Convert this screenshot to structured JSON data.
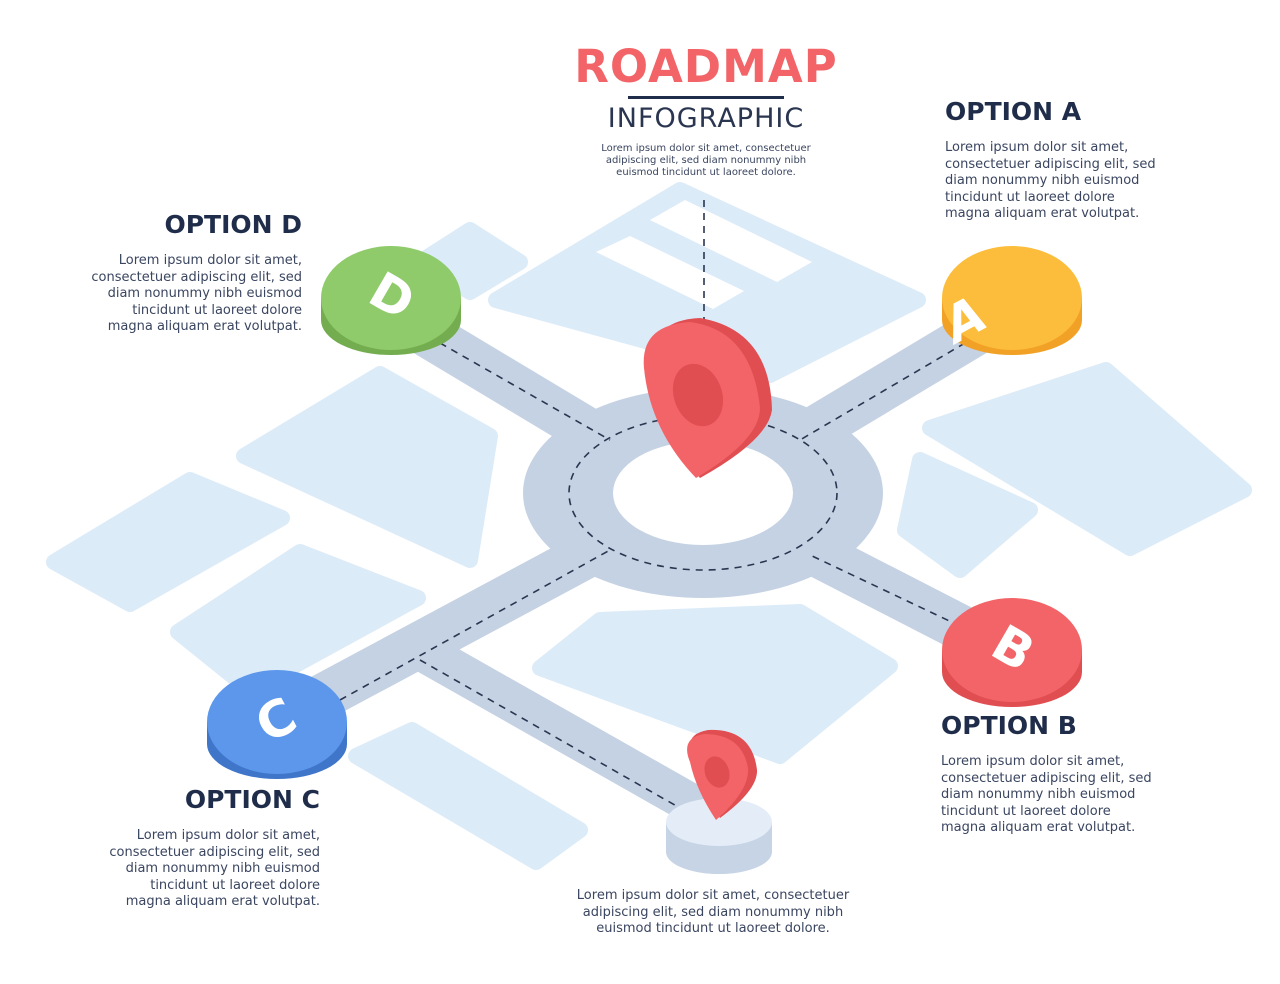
{
  "header": {
    "title": "ROADMAP",
    "subtitle": "INFOGRAPHIC",
    "description": "Lorem ipsum dolor sit amet, consectetuer\nadipiscing elit, sed diam nonummy nibh\neuismod tincidunt ut laoreet dolore."
  },
  "options": {
    "a": {
      "title": "OPTION A",
      "letter": "A",
      "text": "Lorem ipsum dolor sit amet,\nconsectetuer adipiscing elit, sed\ndiam nonummy nibh euismod\ntincidunt ut laoreet dolore\nmagna aliquam erat volutpat."
    },
    "b": {
      "title": "OPTION B",
      "letter": "B",
      "text": "Lorem ipsum dolor sit amet,\nconsectetuer adipiscing elit, sed\ndiam nonummy nibh euismod\ntincidunt ut laoreet dolore\nmagna aliquam erat volutpat."
    },
    "c": {
      "title": "OPTION C",
      "letter": "C",
      "text": "Lorem ipsum dolor sit amet,\nconsectetuer adipiscing elit, sed\ndiam nonummy nibh euismod\ntincidunt ut laoreet dolore\nmagna aliquam erat volutpat."
    },
    "d": {
      "title": "OPTION D",
      "letter": "D",
      "text": "Lorem ipsum dolor sit amet,\nconsectetuer adipiscing elit, sed\ndiam nonummy nibh euismod\ntincidunt ut laoreet dolore\nmagna aliquam erat volutpat."
    }
  },
  "footer": {
    "text": "Lorem ipsum dolor sit amet, consectetuer\nadipiscing elit, sed diam nonummy nibh\neuismod tincidunt ut laoreet dolore."
  },
  "colors": {
    "title": "#f26467",
    "dark": "#1f2d4a",
    "block": "#dcebf8",
    "road": "#c5d2e3",
    "option_a": "#fbbd3b",
    "option_b": "#f26467",
    "option_c": "#5c97ec",
    "option_d": "#8fcb6a",
    "pin": "#f26467"
  }
}
